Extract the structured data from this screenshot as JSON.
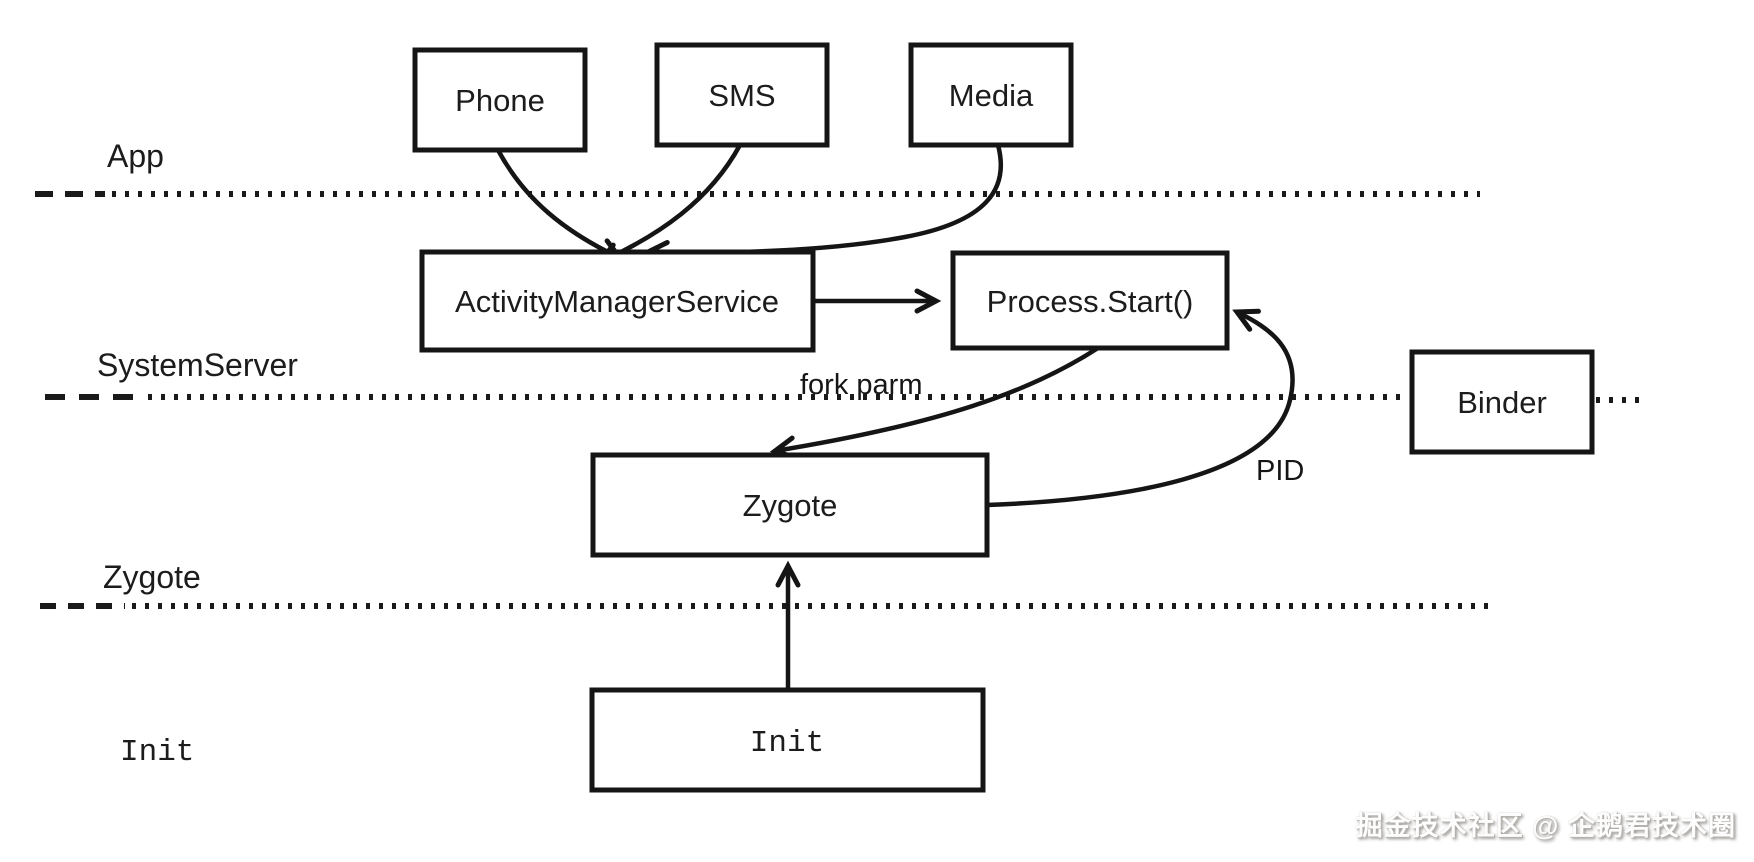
{
  "diagram": {
    "title_hint": "Android process startup flow",
    "layers": {
      "app": {
        "label": "App"
      },
      "system_server": {
        "label": "SystemServer"
      },
      "zygote": {
        "label": "Zygote"
      },
      "init": {
        "label": "Init"
      }
    },
    "nodes": {
      "phone": {
        "label": "Phone"
      },
      "sms": {
        "label": "SMS"
      },
      "media": {
        "label": "Media"
      },
      "ams": {
        "label": "ActivityManagerService"
      },
      "process_start": {
        "label": "Process.Start()"
      },
      "binder": {
        "label": "Binder"
      },
      "zygote": {
        "label": "Zygote"
      },
      "init": {
        "label": "Init"
      }
    },
    "edges": {
      "fork_parm": {
        "label": "fork parm"
      },
      "pid": {
        "label": "PID"
      }
    },
    "colors": {
      "stroke": "#151515",
      "background": "#ffffff"
    }
  },
  "watermark": {
    "text": "掘金技术社区 @ 企鹅君技术圈"
  }
}
